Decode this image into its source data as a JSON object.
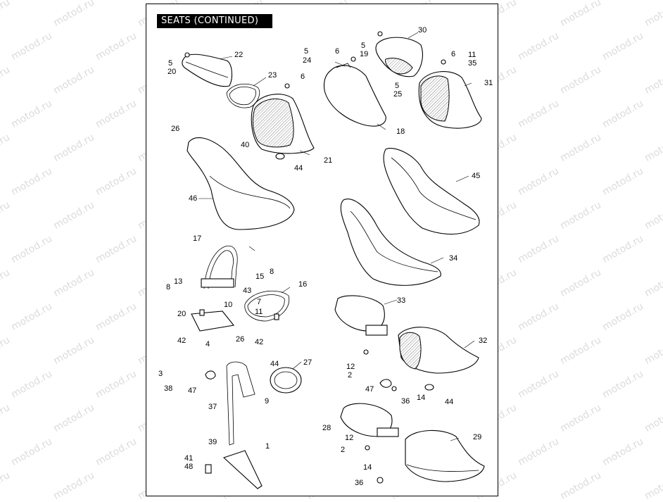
{
  "header": {
    "title": "SEATS (CONTINUED)"
  },
  "watermark": {
    "text": "motod.ru"
  },
  "callouts": [
    {
      "id": "c5a",
      "text": "5"
    },
    {
      "id": "c20",
      "text": "20"
    },
    {
      "id": "c22",
      "text": "22"
    },
    {
      "id": "c23",
      "text": "23"
    },
    {
      "id": "c5b",
      "text": "5"
    },
    {
      "id": "c24",
      "text": "24"
    },
    {
      "id": "c6a",
      "text": "6"
    },
    {
      "id": "c6b",
      "text": "6"
    },
    {
      "id": "c19",
      "text": "19"
    },
    {
      "id": "c5c",
      "text": "5"
    },
    {
      "id": "c30",
      "text": "30"
    },
    {
      "id": "c6c",
      "text": "6"
    },
    {
      "id": "c11a",
      "text": "11"
    },
    {
      "id": "c35",
      "text": "35"
    },
    {
      "id": "c5d",
      "text": "5"
    },
    {
      "id": "c25",
      "text": "25"
    },
    {
      "id": "c31",
      "text": "31"
    },
    {
      "id": "c26a",
      "text": "26"
    },
    {
      "id": "c40",
      "text": "40"
    },
    {
      "id": "c21",
      "text": "21"
    },
    {
      "id": "c44a",
      "text": "44"
    },
    {
      "id": "c18",
      "text": "18"
    },
    {
      "id": "c46",
      "text": "46"
    },
    {
      "id": "c45",
      "text": "45"
    },
    {
      "id": "c17",
      "text": "17"
    },
    {
      "id": "c15",
      "text": "15"
    },
    {
      "id": "c8a",
      "text": "8"
    },
    {
      "id": "c34",
      "text": "34"
    },
    {
      "id": "c8b",
      "text": "8"
    },
    {
      "id": "c13",
      "text": "13"
    },
    {
      "id": "c43",
      "text": "43"
    },
    {
      "id": "c10",
      "text": "10"
    },
    {
      "id": "c16",
      "text": "16"
    },
    {
      "id": "c7",
      "text": "7"
    },
    {
      "id": "c11b",
      "text": "11"
    },
    {
      "id": "c20b",
      "text": "20"
    },
    {
      "id": "c33",
      "text": "33"
    },
    {
      "id": "c42a",
      "text": "42"
    },
    {
      "id": "c4",
      "text": "4"
    },
    {
      "id": "c26b",
      "text": "26"
    },
    {
      "id": "c42b",
      "text": "42"
    },
    {
      "id": "c32",
      "text": "32"
    },
    {
      "id": "c3",
      "text": "3"
    },
    {
      "id": "c44b",
      "text": "44"
    },
    {
      "id": "c27",
      "text": "27"
    },
    {
      "id": "c12a",
      "text": "12"
    },
    {
      "id": "c2a",
      "text": "2"
    },
    {
      "id": "c38",
      "text": "38"
    },
    {
      "id": "c47a",
      "text": "47"
    },
    {
      "id": "c9",
      "text": "9"
    },
    {
      "id": "c47b",
      "text": "47"
    },
    {
      "id": "c36a",
      "text": "36"
    },
    {
      "id": "c14a",
      "text": "14"
    },
    {
      "id": "c44c",
      "text": "44"
    },
    {
      "id": "c37",
      "text": "37"
    },
    {
      "id": "c28",
      "text": "28"
    },
    {
      "id": "c29",
      "text": "29"
    },
    {
      "id": "c39",
      "text": "39"
    },
    {
      "id": "c1",
      "text": "1"
    },
    {
      "id": "c12b",
      "text": "12"
    },
    {
      "id": "c2b",
      "text": "2"
    },
    {
      "id": "c41",
      "text": "41"
    },
    {
      "id": "c48",
      "text": "48"
    },
    {
      "id": "c14b",
      "text": "14"
    },
    {
      "id": "c36b",
      "text": "36"
    }
  ]
}
